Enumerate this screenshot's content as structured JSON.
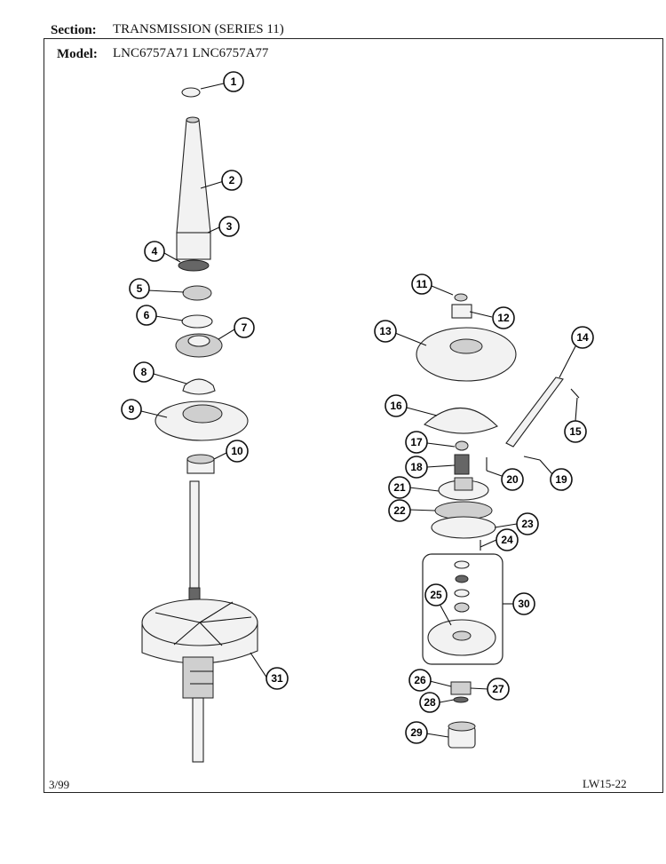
{
  "header": {
    "section_label": "Section:",
    "section_value": "TRANSMISSION (SERIES 11)",
    "model_label": "Model:",
    "model_value": "LNC6757A71 LNC6757A77"
  },
  "footer": {
    "date": "3/99",
    "page_code": "LW15-22"
  },
  "callouts": [
    "1",
    "2",
    "3",
    "4",
    "5",
    "6",
    "7",
    "8",
    "9",
    "10",
    "11",
    "12",
    "13",
    "14",
    "15",
    "16",
    "17",
    "18",
    "19",
    "20",
    "21",
    "22",
    "23",
    "24",
    "25",
    "26",
    "27",
    "28",
    "29",
    "30",
    "31"
  ]
}
